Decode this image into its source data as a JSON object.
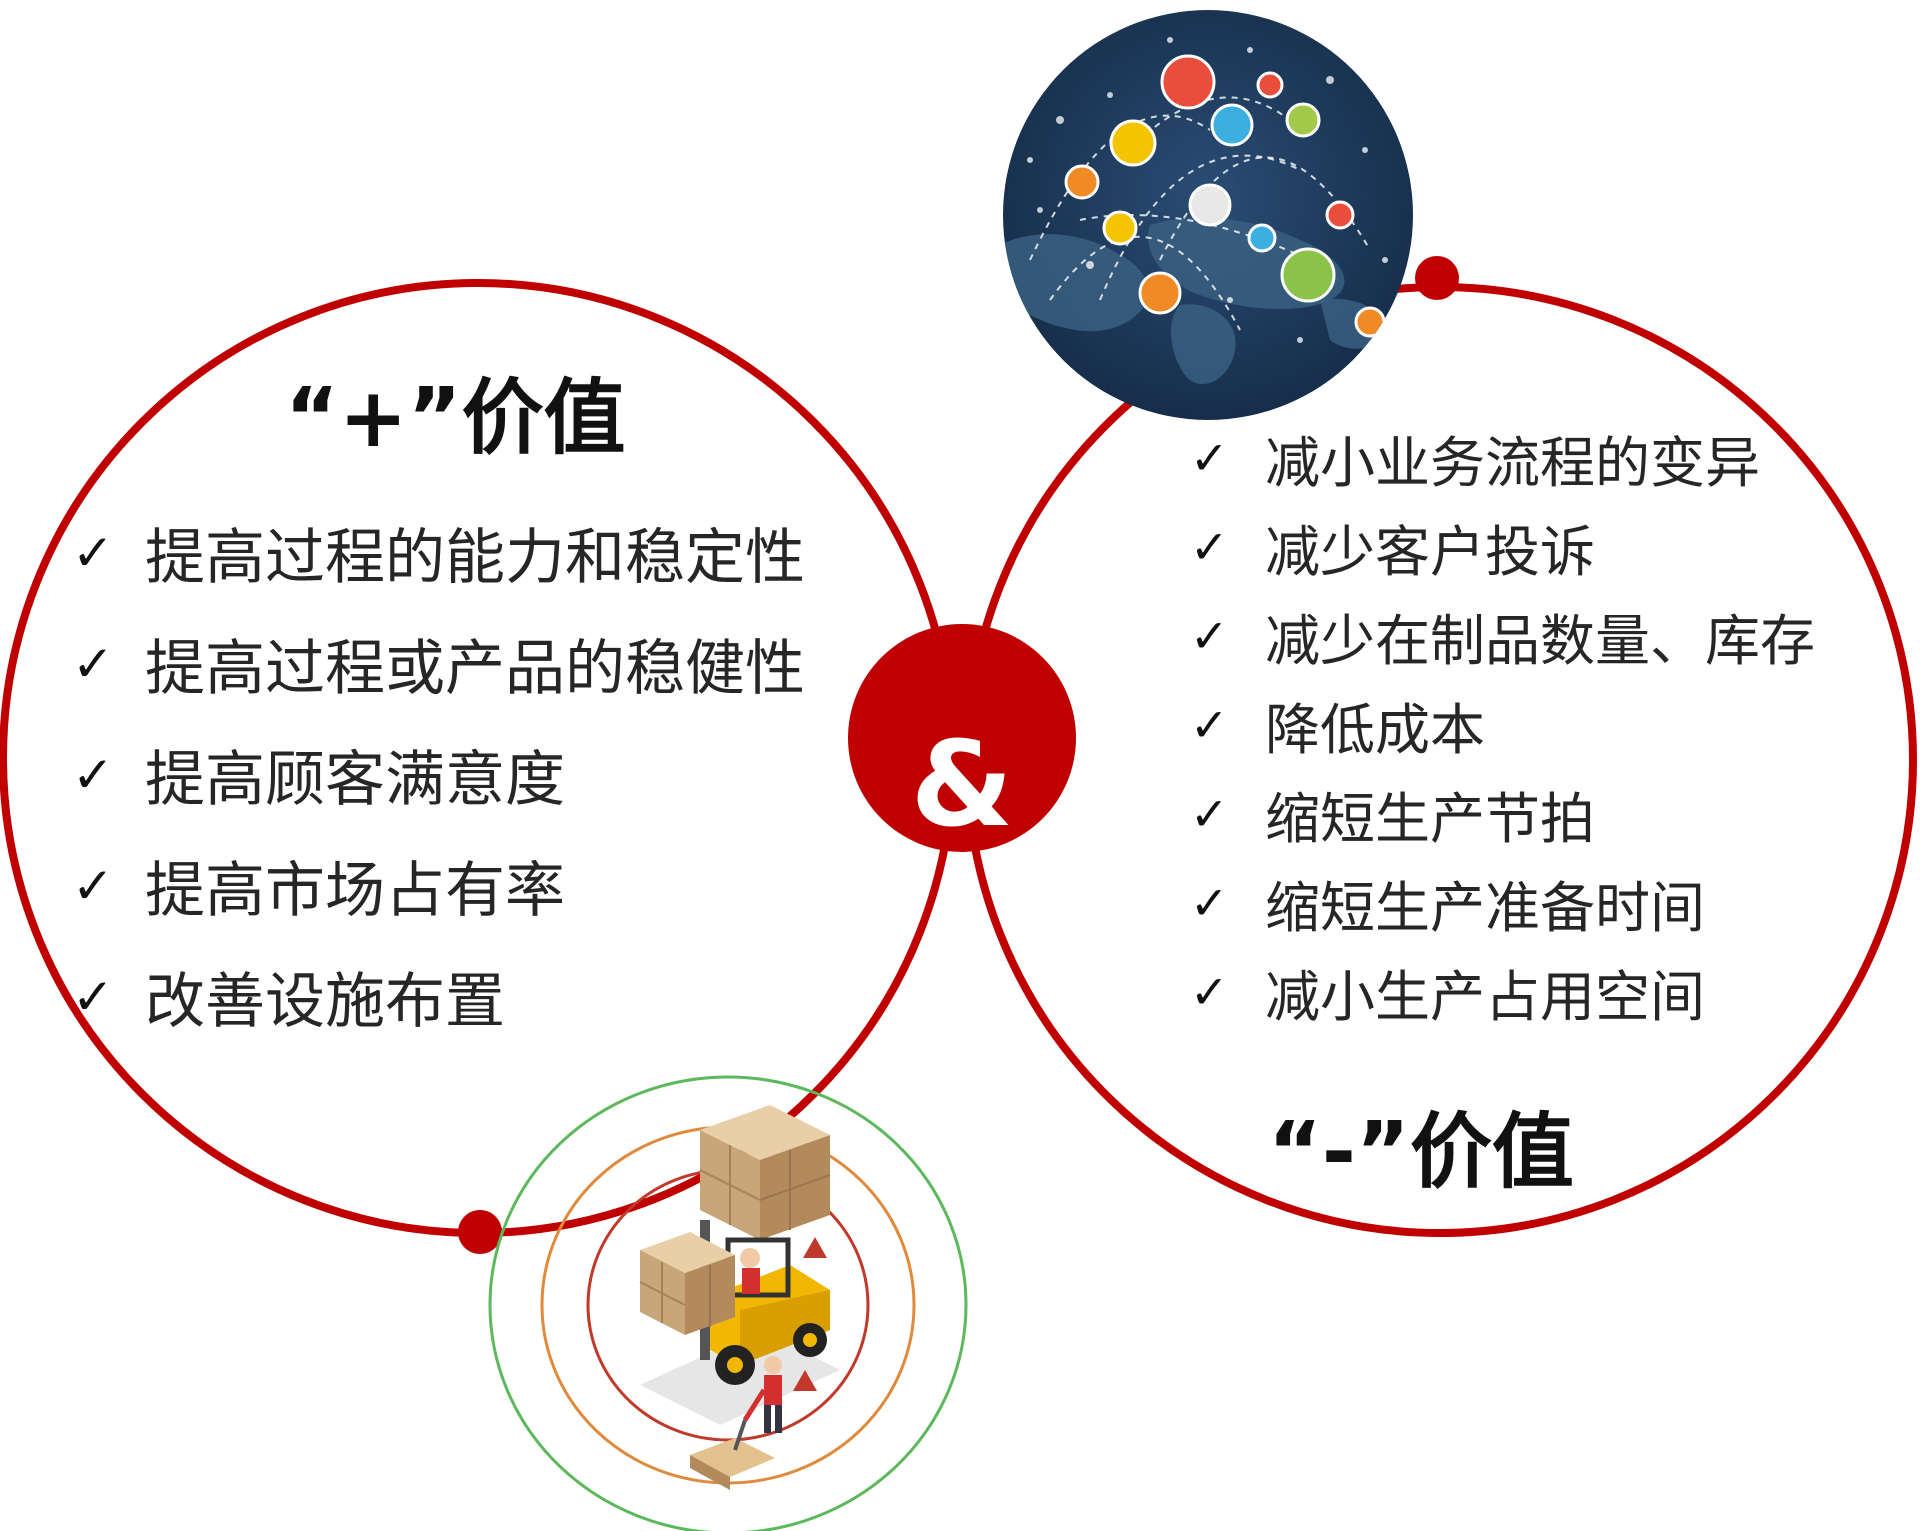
{
  "colors": {
    "accent_red": "#C00000",
    "check": "#111111",
    "text": "#262626",
    "globe_bg": "#1F3A5C",
    "ring_green": "#5CB85C",
    "ring_orange": "#E08A3C",
    "ring_red": "#C0392B",
    "forklift_yellow": "#F2B705"
  },
  "center": {
    "symbol": "&"
  },
  "left_panel": {
    "title": "“+”价值",
    "check_glyph": "✓",
    "items": [
      "提高过程的能力和稳定性",
      "提高过程或产品的稳健性",
      "提高顾客满意度",
      "提高市场占有率",
      "改善设施布置"
    ]
  },
  "right_panel": {
    "title": "“-”价值",
    "check_glyph": "✓",
    "items": [
      "减小业务流程的变异",
      "减少客户投诉",
      "减少在制品数量、库存",
      "降低成本",
      "缩短生产节拍",
      "缩短生产准备时间",
      "减小生产占用空间"
    ]
  },
  "icons": {
    "top_right": "global-network-globe-icon",
    "bottom_left": "warehouse-forklift-icon"
  }
}
